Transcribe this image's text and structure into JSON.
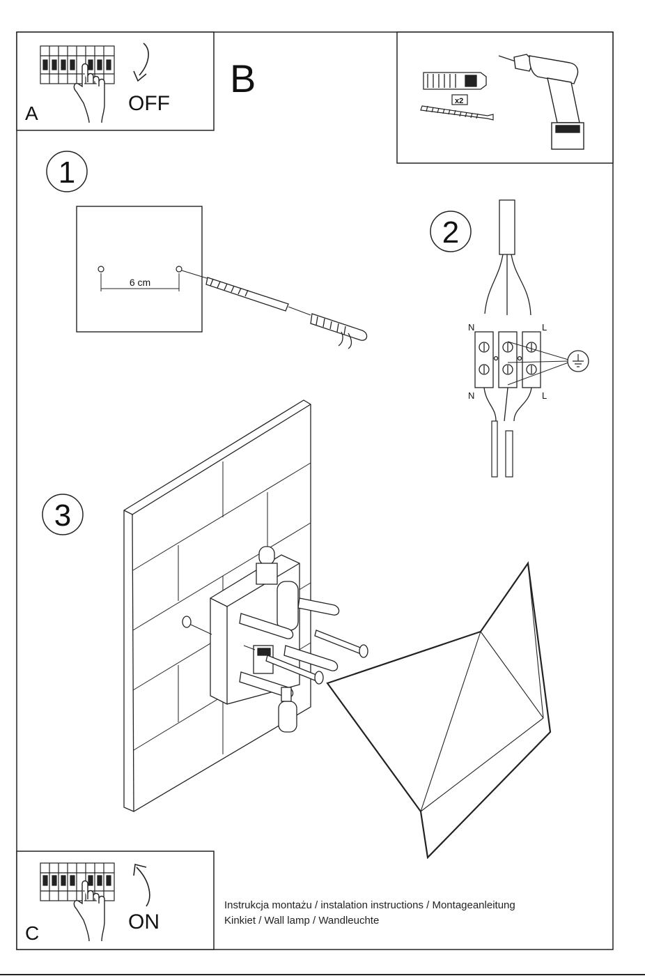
{
  "panel_a": {
    "letter": "A",
    "switch_label": "OFF"
  },
  "panel_b": {
    "letter": "B",
    "quantity": "x2"
  },
  "panel_c": {
    "letter": "C",
    "switch_label": "ON"
  },
  "step1": {
    "number": "1",
    "distance": "6 cm"
  },
  "step2": {
    "number": "2",
    "neutral": "N",
    "live": "L"
  },
  "step3": {
    "number": "3"
  },
  "footer": {
    "line1": "Instrukcja montażu / instalation instructions / Montageanleitung",
    "line2": "Kinkiet / Wall lamp / Wandleuchte"
  }
}
